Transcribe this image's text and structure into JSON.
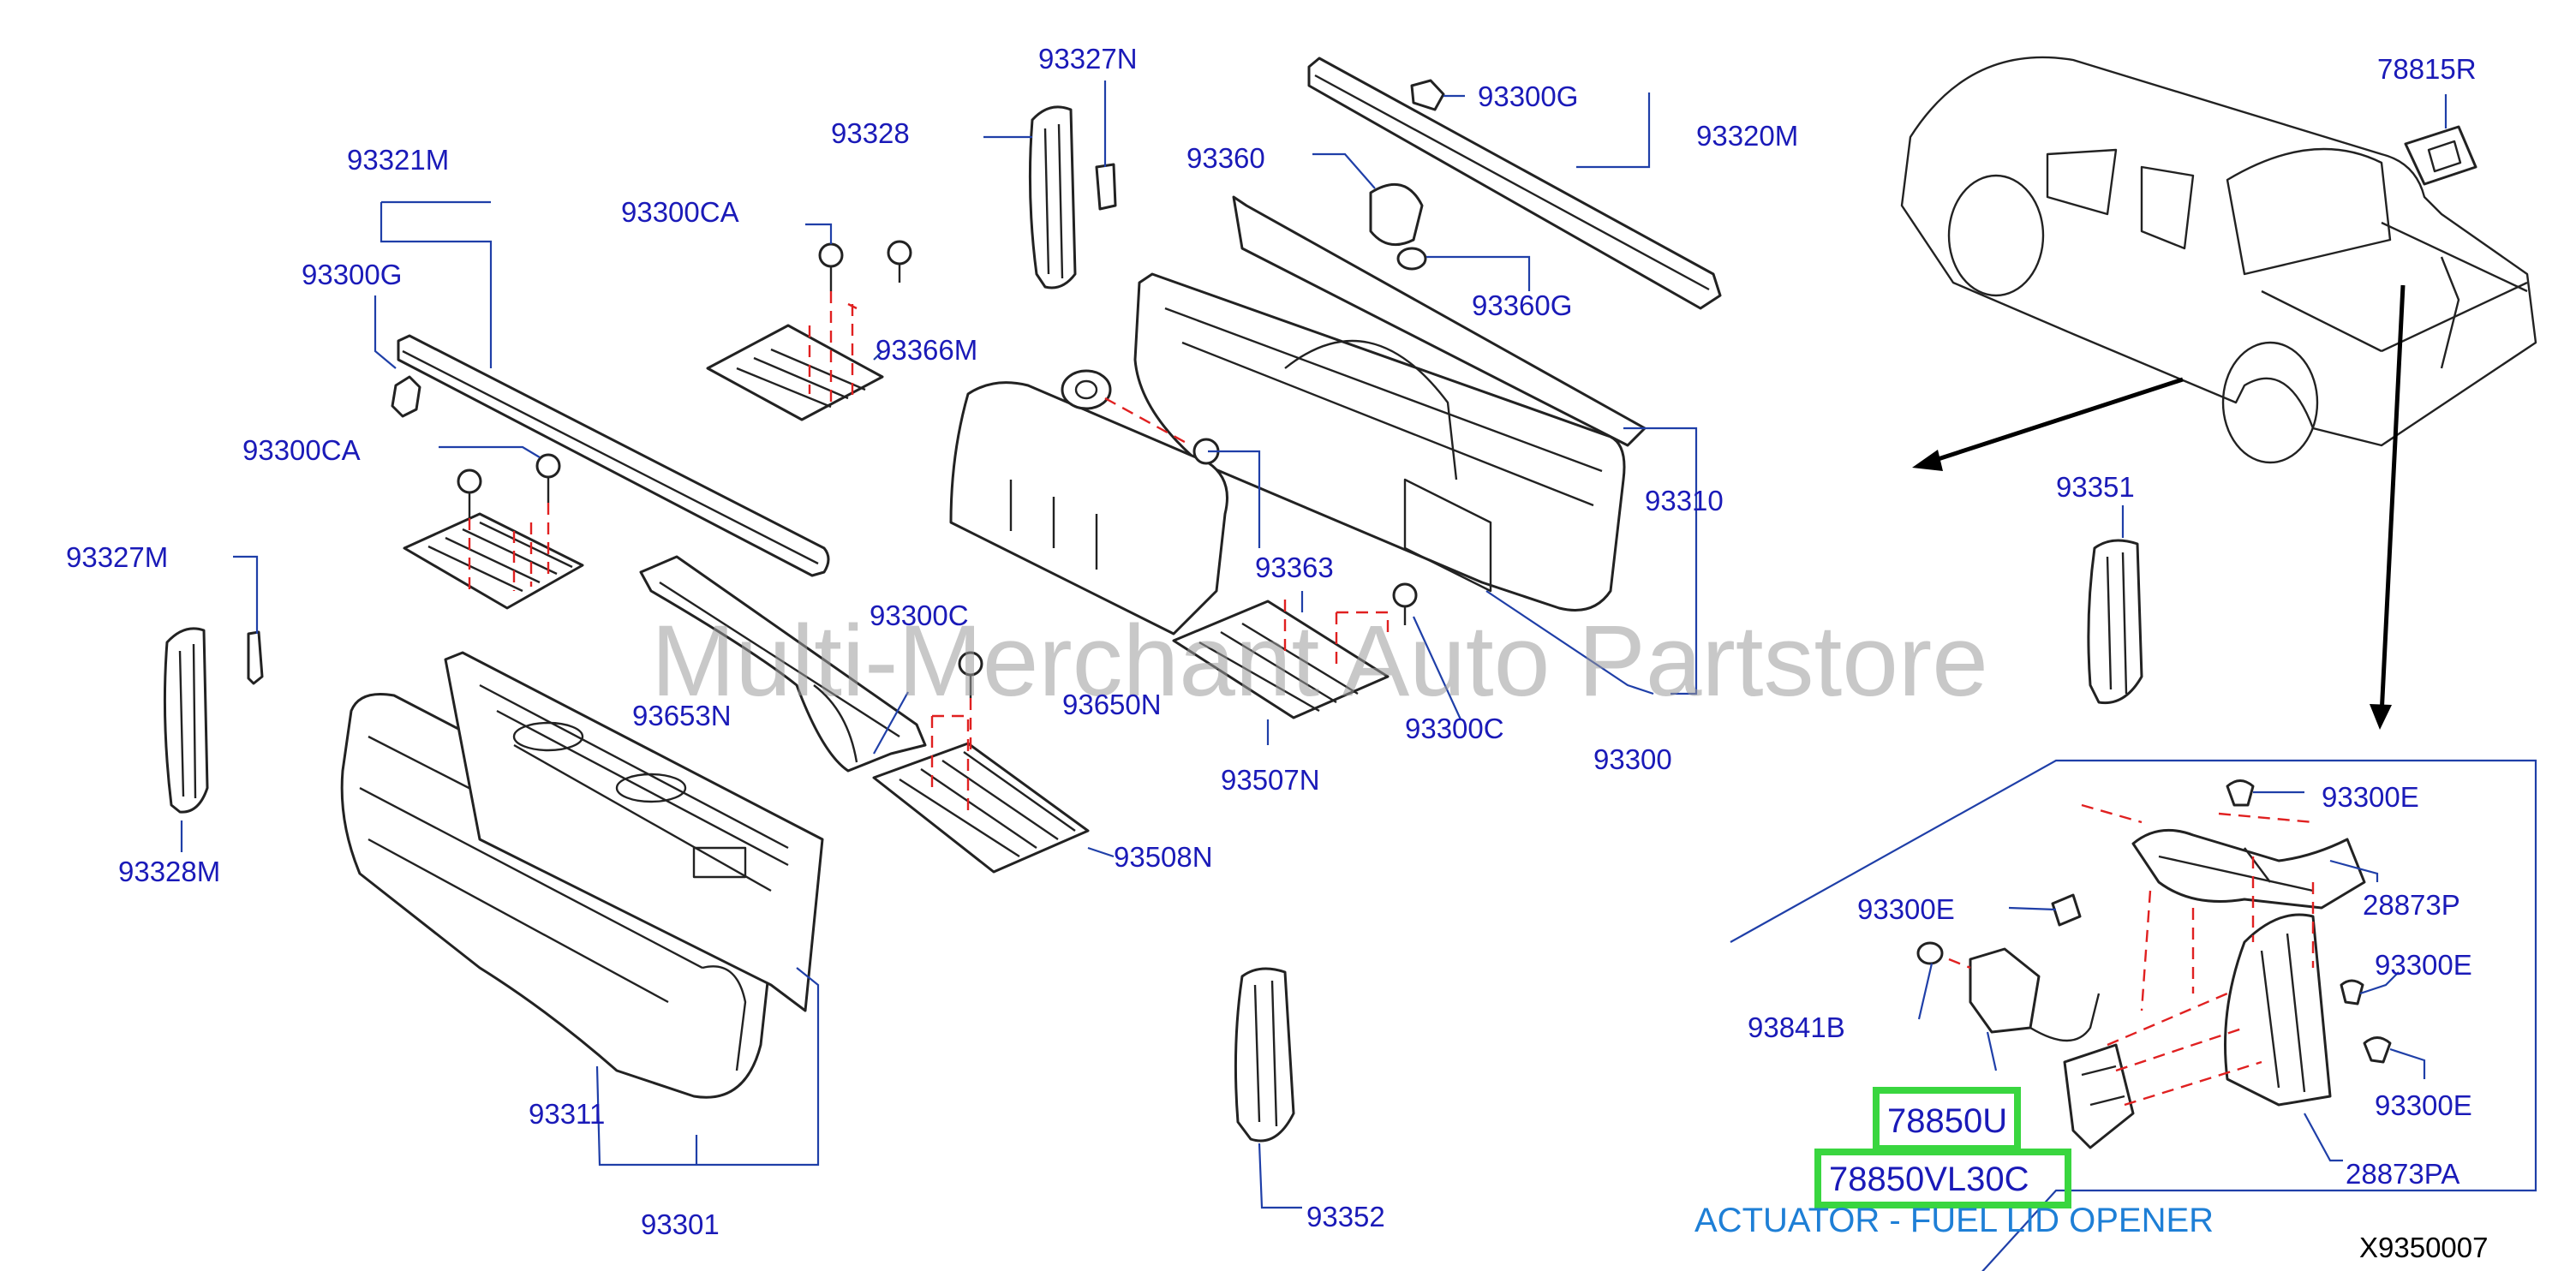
{
  "labels": {
    "p93321M": "93321M",
    "p93300G_left": "93300G",
    "p93300CA_left": "93300CA",
    "p93300CA_top": "93300CA",
    "p93327M": "93327M",
    "p93328M": "93328M",
    "p93311": "93311",
    "p93301": "93301",
    "p93653N": "93653N",
    "p93300C_mid": "93300C",
    "p93508N": "93508N",
    "p93352": "93352",
    "p93327N": "93327N",
    "p93328": "93328",
    "p93366M": "93366M",
    "p93360": "93360",
    "p93360G": "93360G",
    "p93300G_top": "93300G",
    "p93320M": "93320M",
    "p93363": "93363",
    "p93650N": "93650N",
    "p93507N": "93507N",
    "p93300C_right": "93300C",
    "p93310": "93310",
    "p93300": "93300",
    "p78815R": "78815R",
    "p93351": "93351",
    "p93300E_1": "93300E",
    "p93300E_2": "93300E",
    "p93300E_3": "93300E",
    "p93300E_4": "93300E",
    "p28873P": "28873P",
    "p28873PA": "28873PA",
    "p93841B": "93841B"
  },
  "highlights": {
    "p78850U": "78850U",
    "p78850VL30C": "78850VL30C",
    "highlight_color": "#39d63f"
  },
  "annotation": "ACTUATOR - FUEL LID OPENER",
  "watermark": "Multi-Merchant Auto Partstore",
  "diagram_code": "X9350007",
  "colors": {
    "label": "#1a1ab8",
    "leader": "#1f3fa8",
    "dashed_guide": "#e02020",
    "annotation": "#1e7fd6"
  }
}
